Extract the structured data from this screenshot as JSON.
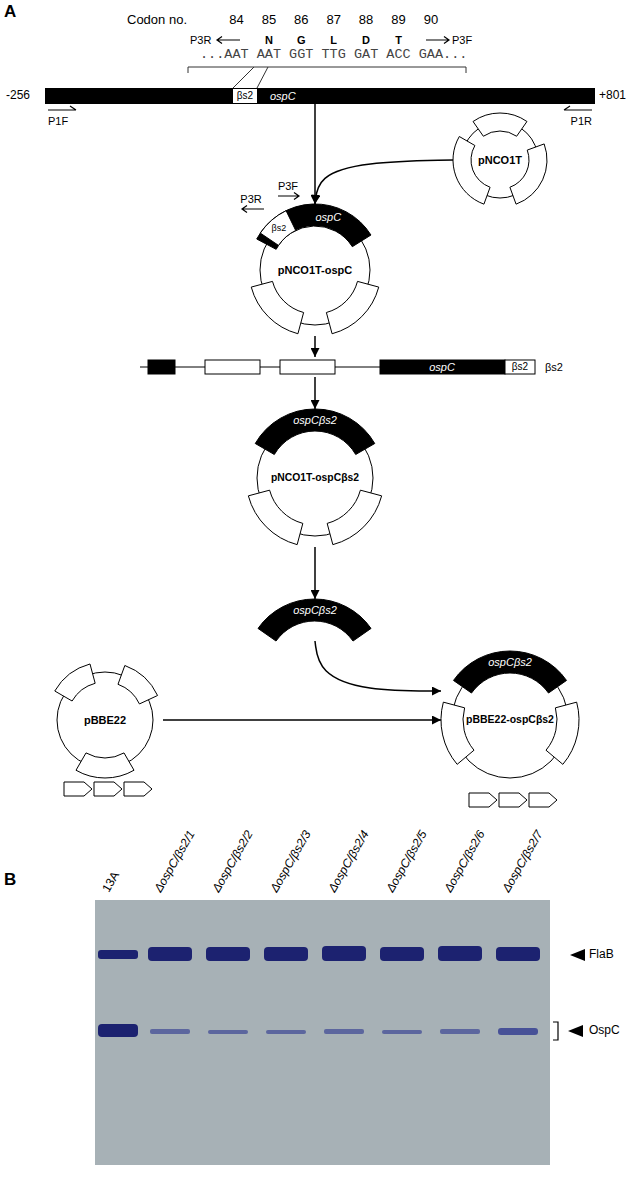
{
  "diagram": {
    "nodes": [
      {
        "text": [
          "βs2",
          "ospC"
        ]
      },
      {
        "text": [
          "βs2",
          "ospC",
          "pNCO1T-ospC"
        ]
      },
      {
        "text": [
          "pNCO1T"
        ]
      },
      {
        "text": [
          "ospC",
          "βs2"
        ]
      },
      {
        "text": [
          "ospCβs2",
          "pNCO1T-ospCβs2"
        ]
      },
      {
        "text": [
          "ospCβs2"
        ]
      },
      {
        "text": [
          "pBBE22"
        ]
      },
      {
        "text": [
          "ospCβs2",
          "pBBE22-ospCβs2"
        ]
      }
    ],
    "edges": [
      {
        "from": 0,
        "to": 1,
        "arrow": "to"
      },
      {
        "from": 2,
        "to": 1,
        "arrow": "to"
      },
      {
        "from": 1,
        "to": 3,
        "arrow": "to"
      },
      {
        "from": 3,
        "to": 4,
        "arrow": "to"
      },
      {
        "from": 4,
        "to": 5,
        "arrow": "to"
      },
      {
        "from": 5,
        "to": 7,
        "arrow": "to"
      },
      {
        "from": 6,
        "to": 7,
        "arrow": "to"
      }
    ],
    "labels": [
      "A",
      "Codon no.",
      "84",
      "85",
      "86",
      "87",
      "88",
      "89",
      "90",
      "N",
      "G",
      "L",
      "D",
      "T",
      "P3R",
      "P3F",
      "...AAT AAT GGT TTG GAT ACC GAA...",
      "-256",
      "+801",
      "P1F",
      "P1R",
      "P3R",
      "P3F",
      "βs2",
      "B",
      "13A",
      "ΔospC/βs2/1",
      "ΔospC/βs2/2",
      "ΔospC/βs2/3",
      "ΔospC/βs2/4",
      "ΔospC/βs2/5",
      "ΔospC/βs2/6",
      "ΔospC/βs2/7",
      "FlaB",
      "OspC"
    ]
  }
}
